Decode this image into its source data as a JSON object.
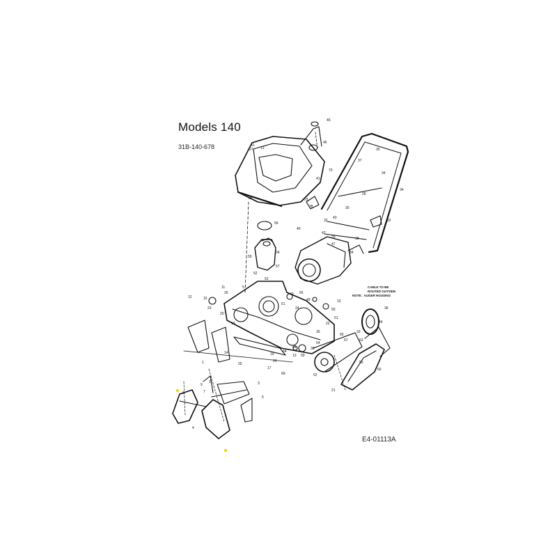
{
  "header": {
    "title": "Models 140",
    "model_number": "31B-140-678"
  },
  "footer": {
    "figure_code": "E4-01113A"
  },
  "note": {
    "line1": "CABLE TO BE",
    "line2": "ROUTED OUTSIDE",
    "line3_prefix": "NOTE:",
    "line3": "AUGER HOUSING"
  },
  "callouts": [
    "1",
    "2",
    "3",
    "4",
    "5",
    "6",
    "7",
    "8",
    "9",
    "10",
    "11",
    "12",
    "13",
    "14",
    "15",
    "16",
    "17",
    "18",
    "19",
    "20",
    "21",
    "22",
    "23",
    "24",
    "25",
    "26",
    "27",
    "28",
    "29",
    "30",
    "31",
    "32",
    "33",
    "34",
    "35",
    "36",
    "37",
    "38",
    "39",
    "40",
    "41",
    "42",
    "43",
    "44",
    "45",
    "46",
    "47",
    "48",
    "49",
    "50",
    "51",
    "52",
    "53",
    "54",
    "55",
    "56",
    "57",
    "58",
    "59",
    "60",
    "61",
    "62",
    "63",
    "64",
    "65",
    "66",
    "67",
    "68",
    "69",
    "70"
  ],
  "colors": {
    "line": "#111111",
    "highlight": "#f2d21b"
  }
}
